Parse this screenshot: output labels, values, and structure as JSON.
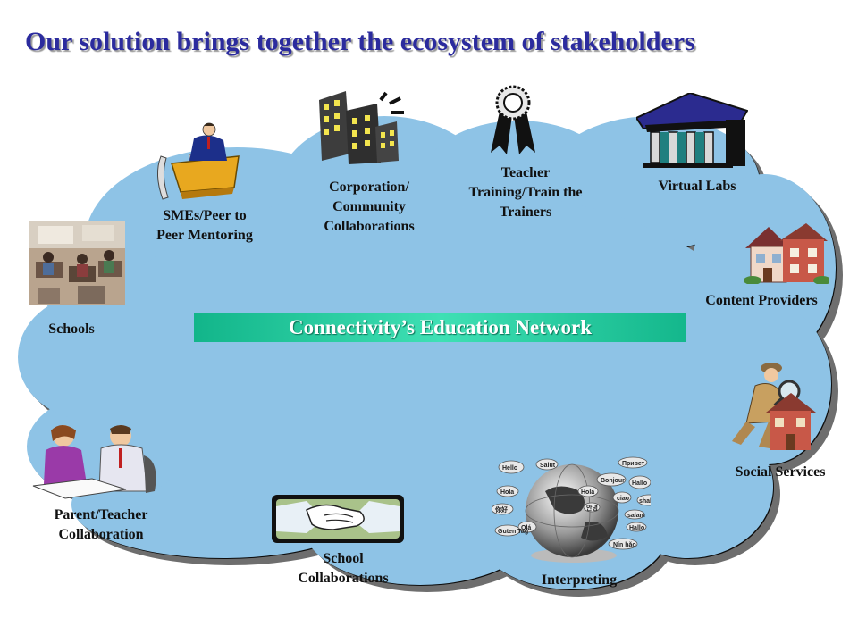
{
  "title": "Our solution brings together the ecosystem of stakeholders",
  "network_label": "Connectivity’s Education Network",
  "stakeholders": [
    {
      "label": "SMEs/Peer to\nPeer Mentoring",
      "icon": "mentor-desk-icon"
    },
    {
      "label": "Corporation/\nCommunity\nCollaborations",
      "icon": "office-buildings-icon"
    },
    {
      "label": "Teacher\nTraining/Train the\nTrainers",
      "icon": "award-ribbon-icon"
    },
    {
      "label": "Virtual Labs",
      "icon": "classical-building-icon"
    },
    {
      "label": "Content Providers",
      "icon": "house-icon"
    },
    {
      "label": "Social Services",
      "icon": "detective-house-icon"
    },
    {
      "label": "Interpreting",
      "icon": "globe-languages-icon"
    },
    {
      "label": "School\nCollaborations",
      "icon": "handshake-icon"
    },
    {
      "label": "Parent/Teacher\nCollaboration",
      "icon": "meeting-people-icon"
    },
    {
      "label": "Schools",
      "icon": "classroom-photo-icon"
    }
  ],
  "globe_words": [
    "Hello",
    "Salut",
    "Привет",
    "Bonjour",
    "Hallo",
    "Hola",
    "ciao",
    "shalom",
    "你好",
    "Olá",
    "Hola",
    "salam",
    "Hallo",
    "Nín hǎo",
    "Guten Tag",
    "안녕"
  ],
  "colors": {
    "title": "#2b2b9e",
    "cloud": "#8ec3e6",
    "cloud_shadow": "#6e6e6e",
    "banner": "#20c99a"
  }
}
